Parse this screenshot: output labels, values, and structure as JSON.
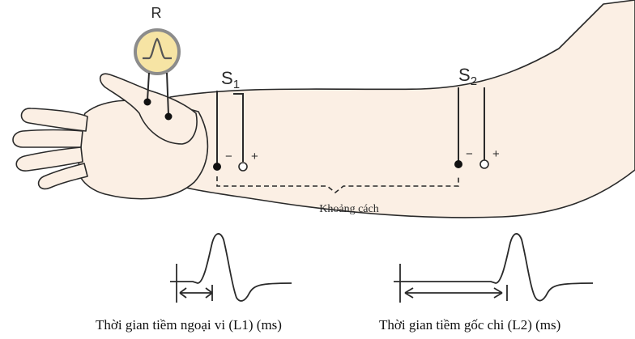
{
  "recorder": {
    "label": "R"
  },
  "stimulator1": {
    "label": "S",
    "sub": "1",
    "neg": "−",
    "pos": "+"
  },
  "stimulator2": {
    "label": "S",
    "sub": "2",
    "neg": "−",
    "pos": "+"
  },
  "distance_label": "Khoảng cách",
  "captions": {
    "left": "Thời gian tiềm ngoại vi (L1) (ms)",
    "right": "Thời gian tiềm gốc chi (L2) (ms)"
  },
  "colors": {
    "skin": "#fbefe4",
    "outline": "#2a2a2a",
    "scope_fill": "#f6e4a4",
    "scope_ring": "#8c8c8c"
  }
}
